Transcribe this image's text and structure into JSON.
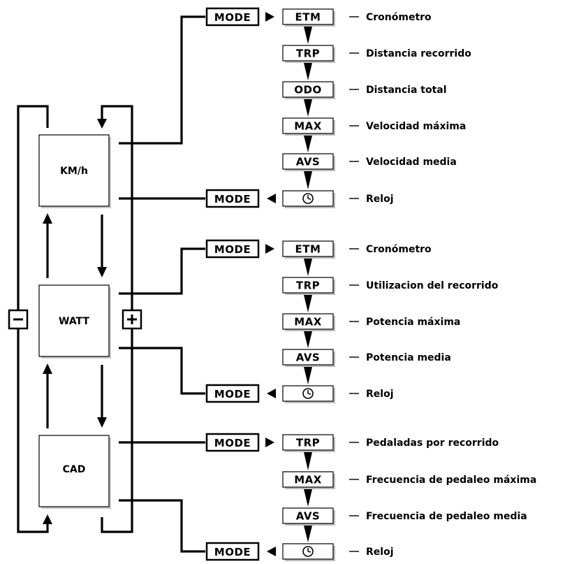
{
  "states": [
    {
      "id": "kmh",
      "label": "KM/h"
    },
    {
      "id": "watt",
      "label": "WATT"
    },
    {
      "id": "cad",
      "label": "CAD"
    }
  ],
  "buttons": {
    "mode": "MODE",
    "minus": "−",
    "plus": "+"
  },
  "groups": [
    {
      "rows": [
        {
          "code": "ETM",
          "desc": "Cronómetro"
        },
        {
          "code": "TRP",
          "desc": "Distancia recorrido"
        },
        {
          "code": "ODO",
          "desc": "Distancia total"
        },
        {
          "code": "MAX",
          "desc": "Velocidad máxima"
        },
        {
          "code": "AVS",
          "desc": "Velocidad media"
        },
        {
          "code": "clock",
          "desc": "Reloj"
        }
      ]
    },
    {
      "rows": [
        {
          "code": "ETM",
          "desc": "Cronómetro"
        },
        {
          "code": "TRP",
          "desc": "Utilizacion del recorrido"
        },
        {
          "code": "MAX",
          "desc": "Potencia máxima"
        },
        {
          "code": "AVS",
          "desc": "Potencia media"
        },
        {
          "code": "clock",
          "desc": "Reloj"
        }
      ]
    },
    {
      "rows": [
        {
          "code": "TRP",
          "desc": "Pedaladas por recorrido"
        },
        {
          "code": "MAX",
          "desc": "Frecuencia de pedaleo máxima"
        },
        {
          "code": "AVS",
          "desc": "Frecuencia de pedaleo media"
        },
        {
          "code": "clock",
          "desc": "Reloj"
        }
      ]
    }
  ]
}
